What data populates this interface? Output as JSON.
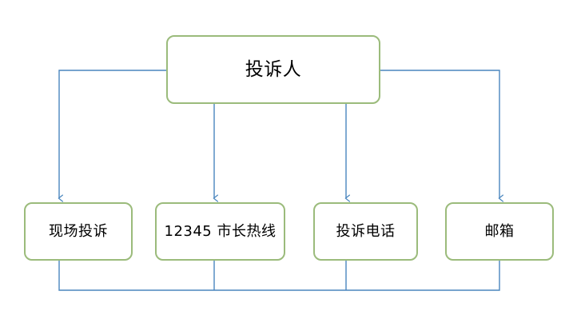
{
  "diagram": {
    "type": "flowchart",
    "colors": {
      "node_border": "#9BBB7B",
      "node_fill": "#FFFFFF",
      "connector": "#4A86BE",
      "text": "#000000",
      "canvas": "#FFFFFF"
    },
    "root": {
      "id": "node-root",
      "label": "投诉人"
    },
    "leaves": [
      {
        "id": "node-leaf-0",
        "label": "现场投诉"
      },
      {
        "id": "node-leaf-1",
        "label": "12345 市长热线"
      },
      {
        "id": "node-leaf-2",
        "label": "投诉电话"
      },
      {
        "id": "node-leaf-3",
        "label": "邮箱"
      }
    ],
    "connectors": [
      {
        "name": "root-to-onsite-complaint",
        "style": "elbow-left-arrow"
      },
      {
        "name": "root-to-mayor-hotline",
        "style": "straight-down-arrow"
      },
      {
        "name": "root-to-complaint-phone",
        "style": "straight-down-arrow"
      },
      {
        "name": "root-to-mailbox",
        "style": "elbow-right-arrow"
      },
      {
        "name": "leaves-bottom-rail",
        "style": "bus-line"
      }
    ]
  }
}
